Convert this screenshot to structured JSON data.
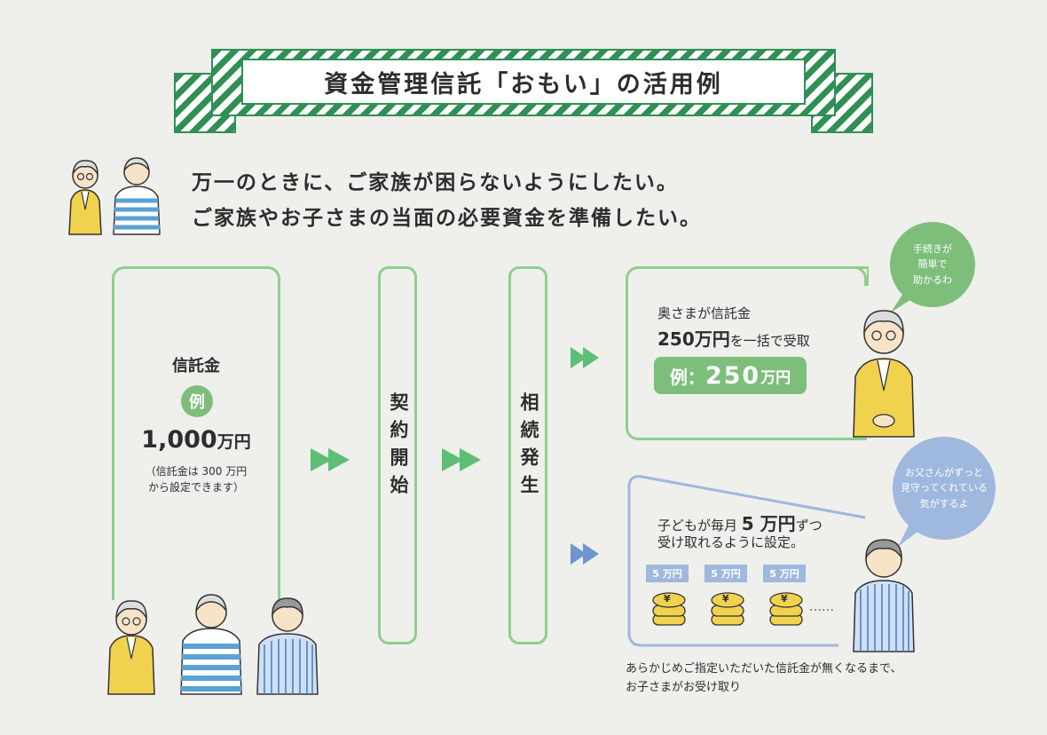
{
  "banner": {
    "title": "資金管理信託「おもい」の活用例"
  },
  "lead": {
    "line1": "万一のときに、ご家族が困らないようにしたい。",
    "line2": "ご家族やお子さまの当面の必要資金を準備したい。"
  },
  "trust": {
    "label": "信託金",
    "example_badge": "例",
    "amount_number": "1,000",
    "amount_unit": "万円",
    "note_line1": "（信託金は 300 万円",
    "note_line2": "から設定できます）"
  },
  "steps": {
    "contract": "契約開始",
    "inheritance": "相続発生"
  },
  "wife": {
    "line1": "奥さまが信託金",
    "amount": "250万円",
    "line2_suffix": "を一括で受取",
    "example_prefix": "例：",
    "example_amount": "250",
    "example_unit": "万円",
    "bubble": [
      "手続きが",
      "簡単で",
      "助かるわ"
    ]
  },
  "child": {
    "line1_prefix": "子どもが毎月",
    "monthly_amount": "5 万円",
    "line1_suffix": "ずつ",
    "line2": "受け取れるように設定。",
    "coin_tags": [
      "5 万円",
      "5 万円",
      "5 万円"
    ],
    "coin_symbol": "¥",
    "dots": "……",
    "bubble": [
      "お父さんがずっと",
      "見守ってくれている",
      "気がするよ"
    ]
  },
  "footnote": {
    "line1": "あらかじめご指定いただいた信託金が無くなるまで、",
    "line2": "お子さまがお受け取り"
  },
  "colors": {
    "banner_green": "#2f8f55",
    "flow_green": "#8fcf8c",
    "badge_green": "#7dbf7a",
    "child_blue": "#9fb8de",
    "arrow_blue": "#6f95d0",
    "background": "#efefec"
  },
  "icons": [
    "grandmother-icon",
    "grandfather-icon",
    "son-icon",
    "yen-coin-icon",
    "double-arrow-icon"
  ]
}
